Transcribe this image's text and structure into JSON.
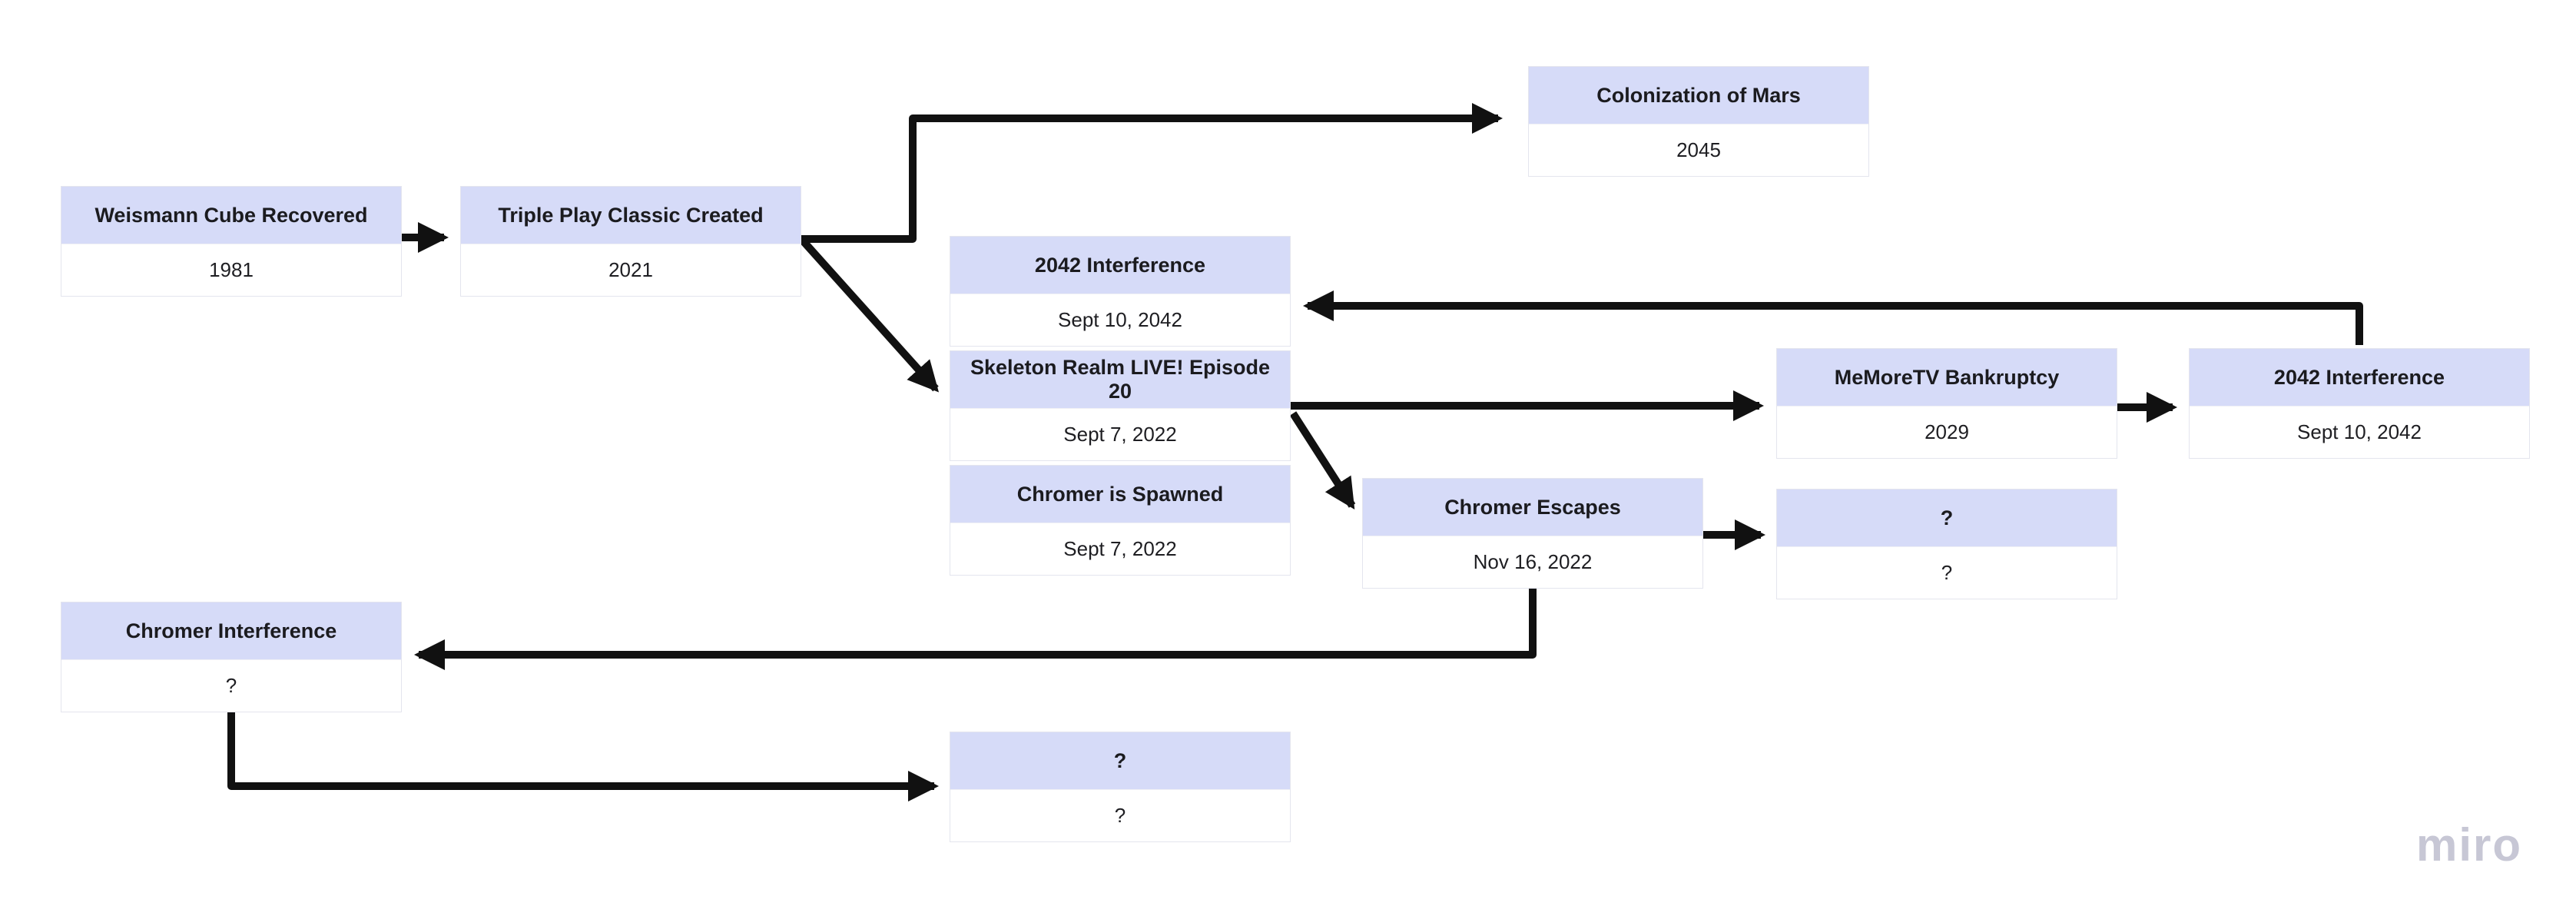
{
  "app": {
    "watermark": "miro"
  },
  "diagram": {
    "nodes": [
      {
        "id": "weismann-cube-recovered",
        "title": "Weismann Cube Recovered",
        "date": "1981"
      },
      {
        "id": "triple-play-classic",
        "title": "Triple Play Classic Created",
        "date": "2021"
      },
      {
        "id": "colonization-of-mars",
        "title": "Colonization of Mars",
        "date": "2045"
      },
      {
        "id": "interference-2042-left",
        "title": "2042 Interference",
        "date": "Sept 10, 2042"
      },
      {
        "id": "skeleton-realm-episode-20",
        "title": "Skeleton Realm LIVE! Episode 20",
        "date": "Sept 7, 2022"
      },
      {
        "id": "chromer-is-spawned",
        "title": "Chromer is Spawned",
        "date": "Sept 7, 2022"
      },
      {
        "id": "memoretv-bankruptcy",
        "title": "MeMoreTV Bankruptcy",
        "date": "2029"
      },
      {
        "id": "interference-2042-right",
        "title": "2042 Interference",
        "date": "Sept 10, 2042"
      },
      {
        "id": "chromer-escapes",
        "title": "Chromer Escapes",
        "date": "Nov 16, 2022"
      },
      {
        "id": "unknown-right",
        "title": "?",
        "date": "?"
      },
      {
        "id": "chromer-interference",
        "title": "Chromer Interference",
        "date": "?"
      },
      {
        "id": "unknown-bottom",
        "title": "?",
        "date": "?"
      }
    ],
    "edges": [
      {
        "from": "weismann-cube-recovered",
        "to": "triple-play-classic"
      },
      {
        "from": "triple-play-classic",
        "to": "colonization-of-mars"
      },
      {
        "from": "triple-play-classic",
        "to": "skeleton-realm-episode-20"
      },
      {
        "from": "interference-2042-right",
        "to": "interference-2042-left"
      },
      {
        "from": "skeleton-realm-episode-20",
        "to": "memoretv-bankruptcy"
      },
      {
        "from": "memoretv-bankruptcy",
        "to": "interference-2042-right"
      },
      {
        "from": "skeleton-realm-episode-20",
        "to": "chromer-escapes"
      },
      {
        "from": "chromer-escapes",
        "to": "unknown-right"
      },
      {
        "from": "chromer-escapes",
        "to": "chromer-interference"
      },
      {
        "from": "chromer-interference",
        "to": "unknown-bottom"
      }
    ],
    "colors": {
      "node_header_fill": "#d6dbf8",
      "node_body_fill": "#ffffff",
      "node_border": "#e4e5ee",
      "arrow": "#111111",
      "text": "#1b1b1f",
      "watermark": "#c7c7d5",
      "background": "#ffffff"
    }
  }
}
